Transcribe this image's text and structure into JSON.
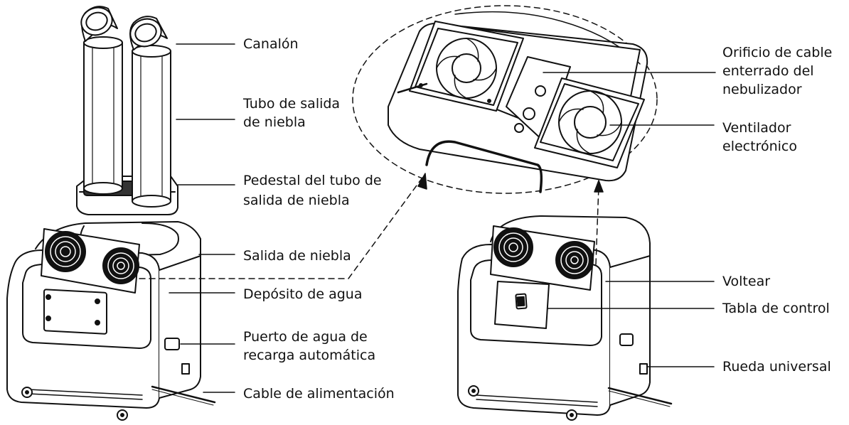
{
  "labels": {
    "gutter": "Canalón",
    "mist_tube_1": "Tubo de salida",
    "mist_tube_2": "de niebla",
    "pedestal_1": "Pedestal del tubo de",
    "pedestal_2": "salida de niebla",
    "mist_outlet": "Salida de niebla",
    "water_tank": "Depósito de agua",
    "refill_port_1": "Puerto de agua de",
    "refill_port_2": "recarga automática",
    "power_cable": "Cable de alimentación",
    "cable_hole_1": "Orificio de cable",
    "cable_hole_2": "enterrado del",
    "cable_hole_3": "nebulizador",
    "fan_1": "Ventilador",
    "fan_2": "electrónico",
    "flip": "Voltear",
    "control_board": "Tabla de control",
    "wheel": "Rueda universal"
  },
  "colors": {
    "line": "#111111",
    "background": "#ffffff",
    "tray": "#333333"
  }
}
